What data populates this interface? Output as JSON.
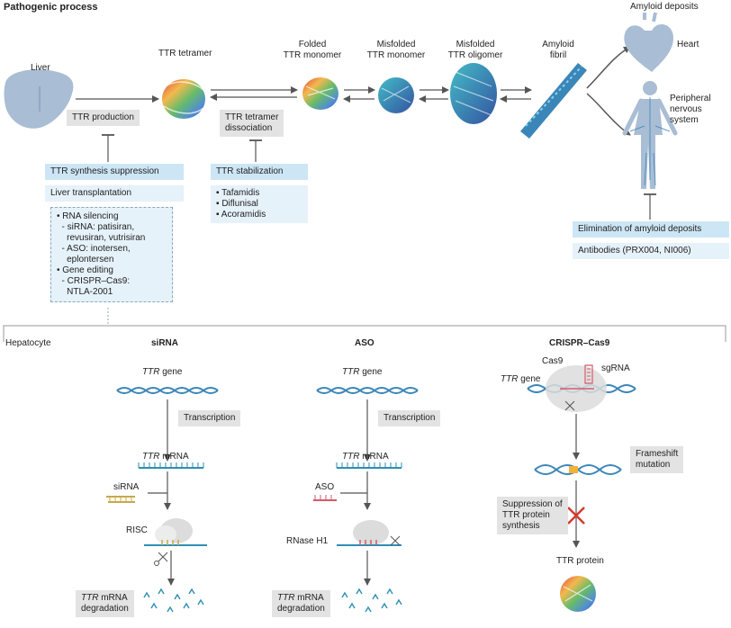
{
  "top": {
    "title": "Pathogenic process",
    "liver": "Liver",
    "ttr_tetramer": "TTR tetramer",
    "folded_monomer_1": "Folded",
    "folded_monomer_2": "TTR monomer",
    "misfolded_monomer_1": "Misfolded",
    "misfolded_monomer_2": "TTR monomer",
    "misfolded_oligomer_1": "Misfolded",
    "misfolded_oligomer_2": "TTR oligomer",
    "amyloid_fibril_1": "Amyloid",
    "amyloid_fibril_2": "fibril",
    "amyloid_deposits": "Amyloid deposits",
    "heart": "Heart",
    "pns_1": "Peripheral",
    "pns_2": "nervous",
    "pns_3": "system",
    "ttr_production": "TTR production",
    "dissociation_1": "TTR tetramer",
    "dissociation_2": "dissociation",
    "synthesis_suppression": "TTR synthesis suppression",
    "liver_transplantation": "Liver transplantation",
    "stabilization": "TTR stabilization",
    "stabilizers": [
      "Tafamidis",
      "Diflunisal",
      "Acoramidis"
    ],
    "elimination": "Elimination of amyloid deposits",
    "antibodies": "Antibodies (PRX004, NI006)",
    "rna_list": [
      "• RNA silencing",
      "  - siRNA: patisiran,",
      "    revusiran, vutrisiran",
      "  - ASO: inotersen,",
      "    eplontersen",
      "• Gene editing",
      "  - CRISPR–Cas9:",
      "    NTLA-2001"
    ]
  },
  "bottom": {
    "hepatocyte": "Hepatocyte",
    "sirna": {
      "title": "siRNA",
      "gene_italic": "TTR",
      "gene_rest": " gene",
      "transcription": "Transcription",
      "mrna_italic": "TTR",
      "mrna_rest": " mRNA",
      "sirna_label": "siRNA",
      "risc": "RISC",
      "deg_italic": "TTR",
      "deg_rest": " mRNA",
      "deg_2": "degradation"
    },
    "aso": {
      "title": "ASO",
      "gene_italic": "TTR",
      "gene_rest": " gene",
      "transcription": "Transcription",
      "mrna_italic": "TTR",
      "mrna_rest": " mRNA",
      "aso_label": "ASO",
      "rnase": "RNase H1",
      "deg_italic": "TTR",
      "deg_rest": " mRNA",
      "deg_2": "degradation"
    },
    "crispr": {
      "title": "CRISPR–Cas9",
      "cas9": "Cas9",
      "sgrna": "sgRNA",
      "gene_italic": "TTR",
      "gene_rest": " gene",
      "frameshift_1": "Frameshift",
      "frameshift_2": "mutation",
      "suppression_1": "Suppression of",
      "suppression_2": "TTR protein",
      "suppression_3": "synthesis",
      "ttr_protein": "TTR protein"
    }
  },
  "colors": {
    "grey_box": "#e3e3e3",
    "blue_box": "#cde6f5",
    "light_blue_box": "#e6f2fa",
    "organ": "#a9bdd4",
    "helix": "#3b86b8",
    "mrna": "#2e8fb3",
    "sirna": "#c9a84a",
    "aso": "#d45a6a",
    "cross": "#d63a2e"
  }
}
